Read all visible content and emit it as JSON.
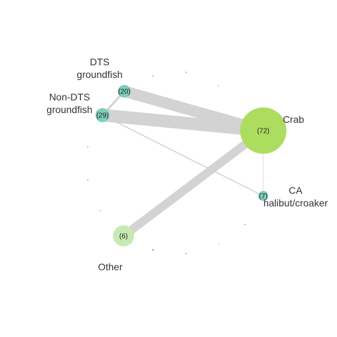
{
  "network": {
    "nodes": [
      {
        "id": "dts",
        "label_lines": [
          "DTS",
          "groundfish"
        ],
        "count": "(20)",
        "value": 20,
        "color": "#7fcdbb"
      },
      {
        "id": "nondts",
        "label_lines": [
          "Non-DTS",
          "groundfish"
        ],
        "count": "(29)",
        "value": 29,
        "color": "#7fcdbb"
      },
      {
        "id": "crab",
        "label_lines": [
          "Crab"
        ],
        "count": "(72)",
        "value": 72,
        "color": "#addd5f"
      },
      {
        "id": "halibut",
        "label_lines": [
          "CA",
          "halibut/croaker"
        ],
        "count": "(7)",
        "value": 7,
        "color": "#7fcdbb"
      },
      {
        "id": "other",
        "label_lines": [
          "Other"
        ],
        "count": "(6)",
        "value": 6,
        "color": "#c7e9b4"
      }
    ],
    "edges": [
      {
        "from": "dts",
        "to": "crab",
        "weight": 16
      },
      {
        "from": "nondts",
        "to": "crab",
        "weight": 18
      },
      {
        "from": "nondts",
        "to": "dts",
        "weight": 3
      },
      {
        "from": "nondts",
        "to": "halibut",
        "weight": 1.5
      },
      {
        "from": "crab",
        "to": "halibut",
        "weight": 0.8
      },
      {
        "from": "crab",
        "to": "other",
        "weight": 12
      }
    ],
    "edge_color": "#d3d3d3"
  }
}
